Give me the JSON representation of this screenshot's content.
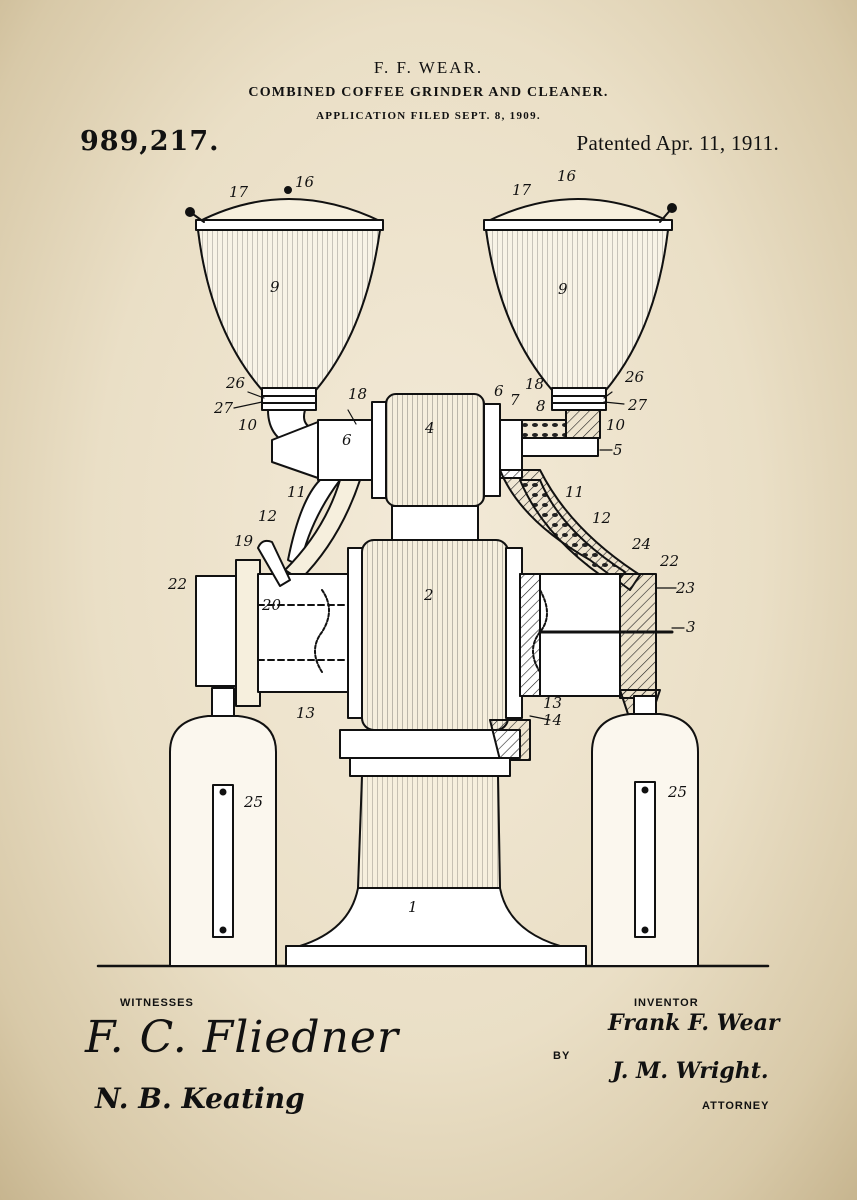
{
  "header": {
    "inventor_name": "F. F. WEAR.",
    "invention_title": "COMBINED COFFEE GRINDER AND CLEANER.",
    "application_line": "APPLICATION FILED SEPT. 8, 1909.",
    "patent_number": "989,217.",
    "patent_date": "Patented Apr. 11, 1911."
  },
  "drawing": {
    "reference_numerals": {
      "cover_left": "16",
      "rim_left": "17",
      "hopper_left": "9",
      "cover_right": "16",
      "rim_right": "17",
      "hopper_right": "9",
      "n26_left": "26",
      "n27_left": "27",
      "n10_left": "10",
      "n18_left": "18",
      "n6_left": "6",
      "n4": "4",
      "n6_right": "6",
      "n7": "7",
      "n18_right": "18",
      "n8": "8",
      "n26_right": "26",
      "n27_right": "27",
      "n10_right": "10",
      "n5": "5",
      "n11_left": "11",
      "n11_right": "11",
      "n12_left": "12",
      "n12_right": "12",
      "n19": "19",
      "n20": "20",
      "n22_left": "22",
      "n2": "2",
      "n24": "24",
      "n22_right": "22",
      "n23": "23",
      "n3": "3",
      "n13_left": "13",
      "n13_right": "13",
      "n14": "14",
      "n25_left": "25",
      "n25_right": "25",
      "n1": "1"
    }
  },
  "footer": {
    "witnesses_label": "WITNESSES",
    "inventor_label": "INVENTOR",
    "by_label": "BY",
    "attorney_label": "ATTORNEY",
    "witness_signature_1": "F. C. Fliedner",
    "witness_signature_2": "N. B. Keating",
    "inventor_signature": "Frank F. Wear",
    "attorney_signature": "J. M. Wright."
  }
}
